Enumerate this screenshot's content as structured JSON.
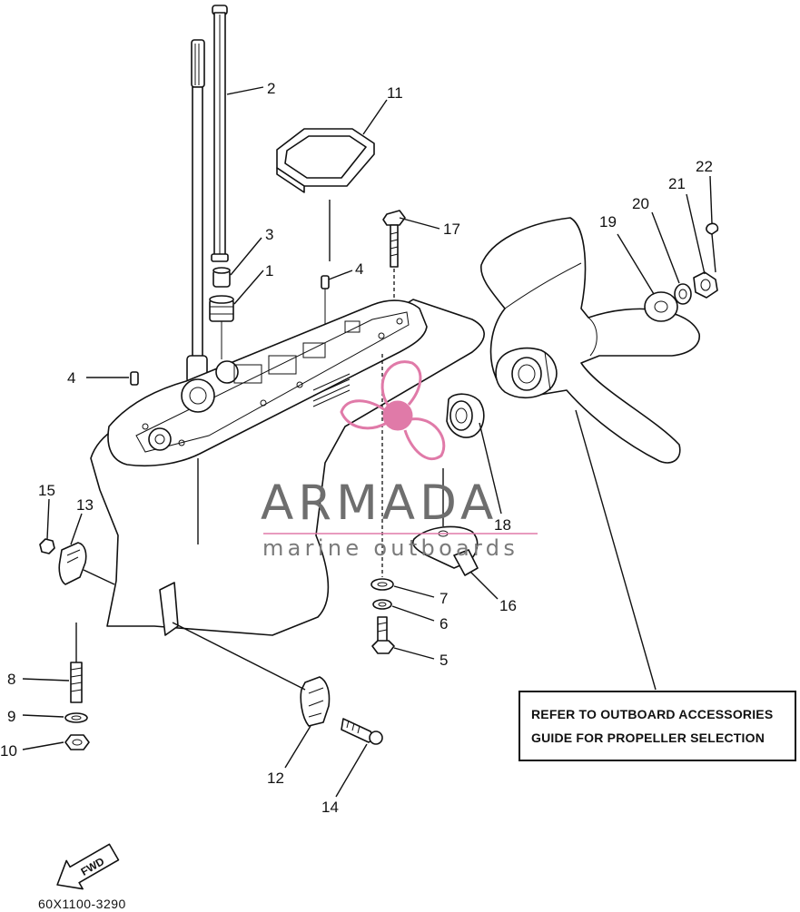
{
  "part_labels": {
    "p1": "1",
    "p2": "2",
    "p3": "3",
    "p4a": "4",
    "p4b": "4",
    "p5": "5",
    "p6": "6",
    "p7": "7",
    "p8": "8",
    "p9": "9",
    "p10": "10",
    "p11": "11",
    "p12": "12",
    "p13": "13",
    "p14": "14",
    "p15": "15",
    "p16": "16",
    "p17": "17",
    "p18": "18",
    "p19": "19",
    "p20": "20",
    "p21": "21",
    "p22": "22"
  },
  "note": {
    "line1": "REFER TO OUTBOARD ACCESSORIES",
    "line2": "GUIDE  FOR PROPELLER SELECTION"
  },
  "fwd_arrow": {
    "text": "FWD"
  },
  "diagram_code": "60X1100-3290",
  "watermark": {
    "title": "ARMADA",
    "subtitle": "marine outboards",
    "colors": {
      "logo": "#e07aa8",
      "text": "#6e6e6e",
      "rule": "#e07aa8"
    }
  }
}
